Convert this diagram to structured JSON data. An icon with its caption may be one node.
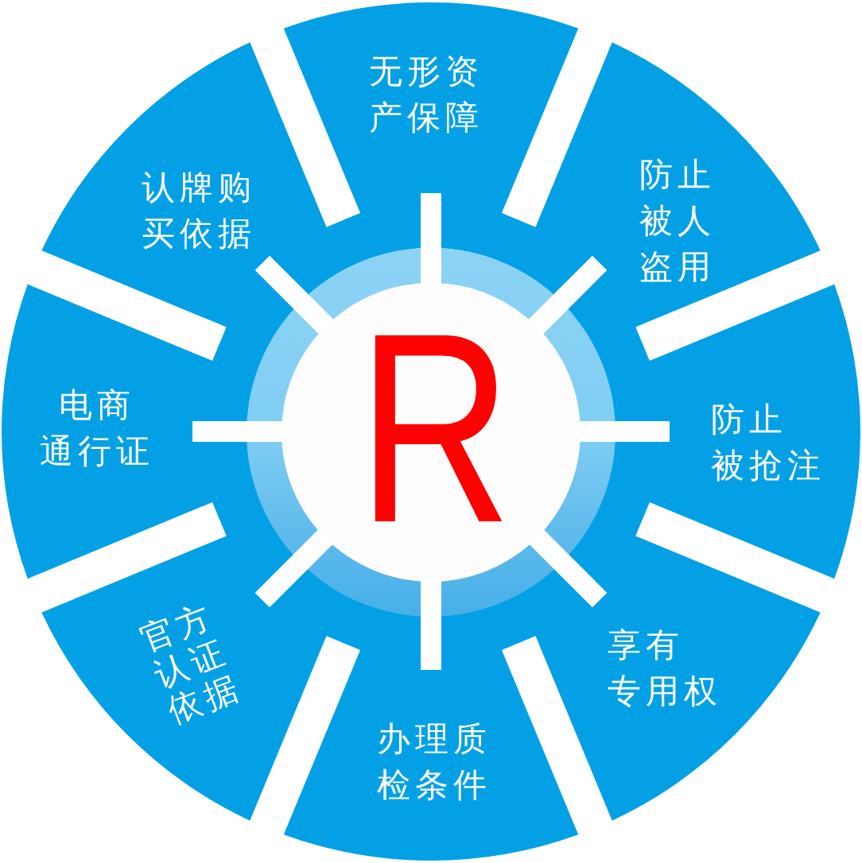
{
  "diagram": {
    "nodes": [
      {
        "text": [
          "R"
        ]
      },
      {
        "text": [
          "无形资产保障"
        ]
      },
      {
        "text": [
          "防止被人盗用"
        ]
      },
      {
        "text": [
          "防止被抢注"
        ]
      },
      {
        "text": [
          "享有专用权"
        ]
      },
      {
        "text": [
          "办理质检条件"
        ]
      },
      {
        "text": [
          "官方认证依据"
        ]
      },
      {
        "text": [
          "电商通行证"
        ]
      },
      {
        "text": [
          "认牌购买依据"
        ]
      }
    ]
  }
}
